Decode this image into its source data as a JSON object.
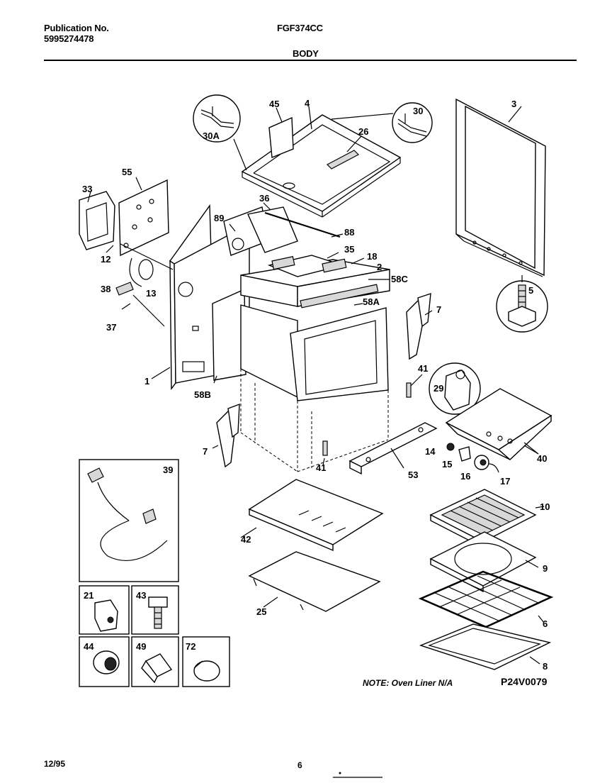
{
  "header": {
    "publication_label": "Publication No.",
    "publication_number": "5995274478",
    "model": "FGF374CC",
    "section": "BODY"
  },
  "callouts": {
    "p3": "3",
    "p4": "4",
    "p45": "45",
    "p30": "30",
    "p30a": "30A",
    "p26": "26",
    "p33": "33",
    "p55": "55",
    "p36": "36",
    "p89": "89",
    "p88": "88",
    "p35": "35",
    "p18": "18",
    "p2": "2",
    "p58c": "58C",
    "p58a": "58A",
    "p12": "12",
    "p13": "13",
    "p38": "38",
    "p37": "37",
    "p1": "1",
    "p58b": "58B",
    "p5": "5",
    "p7a": "7",
    "p7b": "7",
    "p41a": "41",
    "p41b": "41",
    "p29": "29",
    "p40": "40",
    "p14": "14",
    "p15": "15",
    "p16": "16",
    "p17": "17",
    "p53": "53",
    "p39": "39",
    "p42": "42",
    "p25": "25",
    "p10": "10",
    "p9": "9",
    "p6": "6",
    "p8": "8",
    "p21": "21",
    "p43": "43",
    "p44": "44",
    "p49": "49",
    "p72": "72"
  },
  "footer": {
    "note": "NOTE: Oven Liner N/A",
    "drawing_code": "P24V0079",
    "date": "12/95",
    "page": "6"
  }
}
